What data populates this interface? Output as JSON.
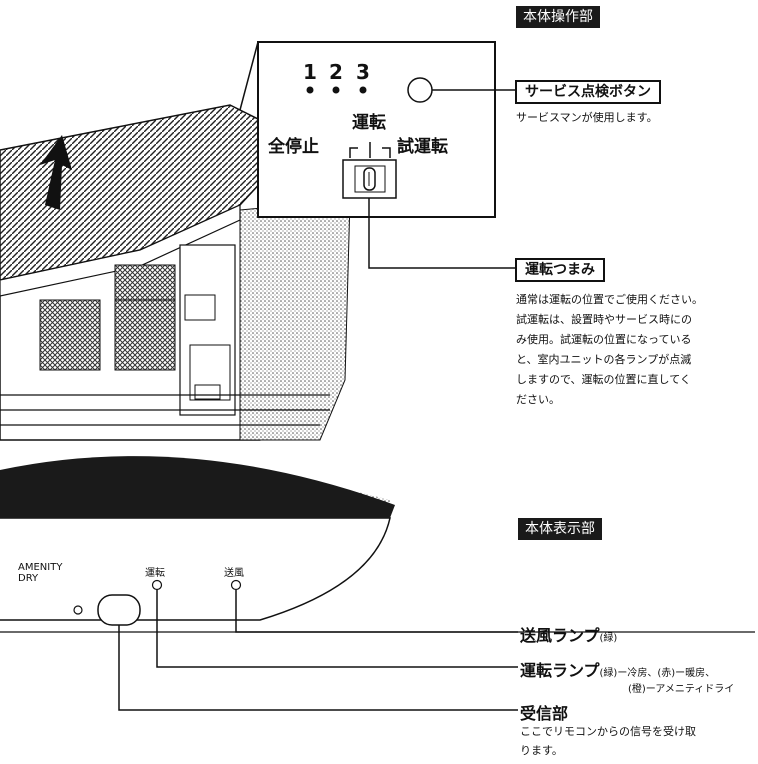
{
  "top_section": {
    "tag": "本体操作部",
    "detail": {
      "numbers": [
        "1",
        "2",
        "3"
      ],
      "run_label": "運転",
      "stop_label": "全停止",
      "test_label": "試運転"
    },
    "service_button": {
      "title": "サービス点検ボタン",
      "description": "サービスマンが使用します。"
    },
    "knob": {
      "title": "運転つまみ",
      "description": "通常は運転の位置でご使用ください。\n試運転は、設置時やサービス時にの\nみ使用。試運転の位置になっている\nと、室内ユニットの各ランプが点滅\nしますので、運転の位置に直してく\nださい。"
    }
  },
  "bottom_section": {
    "tag": "本体表示部",
    "panel_labels": {
      "amenity": "AMENITY\nDRY",
      "run": "運転",
      "fan": "送風"
    },
    "callouts": {
      "fan_lamp": {
        "title": "送風ランプ",
        "note": "(緑)"
      },
      "run_lamp": {
        "title": "運転ランプ",
        "note": "(緑)ー冷房、(赤)ー暖房、",
        "note2": "(橙)ーアメニティドライ"
      },
      "receiver": {
        "title": "受信部",
        "description": "ここでリモコンからの信号を受け取\nります。"
      }
    }
  }
}
